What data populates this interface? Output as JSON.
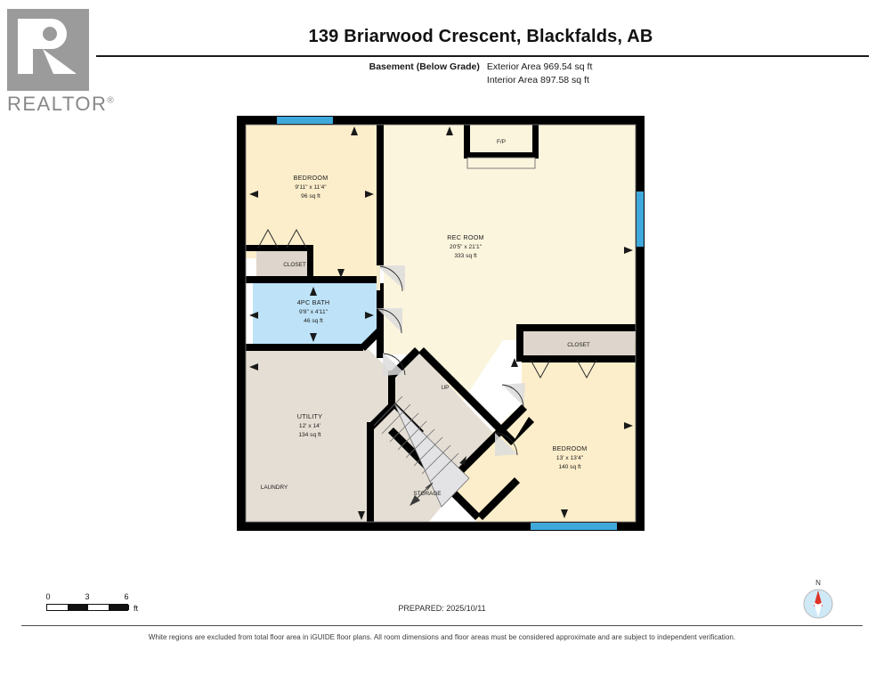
{
  "branding": {
    "logo_name": "realtor-logo",
    "wordmark": "REALTOR",
    "registered_mark": "®"
  },
  "header": {
    "title": "139 Briarwood Crescent, Blackfalds, AB",
    "level_label": "Basement (Below Grade)",
    "exterior_area": "Exterior Area 969.54 sq ft",
    "interior_area": "Interior Area 897.58 sq ft"
  },
  "rooms": [
    {
      "id": "bedroom-front",
      "name": "BEDROOM",
      "dimensions": "9'11\" x 11'4\"",
      "area": "96 sq ft",
      "fill": "#FDEECB"
    },
    {
      "id": "rec-room",
      "name": "REC ROOM",
      "dimensions": "20'5\" x 21'1\"",
      "area": "333 sq ft",
      "fill": "#FCF5DE"
    },
    {
      "id": "bath",
      "name": "4PC BATH",
      "dimensions": "9'8\" x 4'11\"",
      "area": "46 sq ft",
      "fill": "#BEE3F8"
    },
    {
      "id": "utility",
      "name": "UTILITY",
      "dimensions": "12' x 14'",
      "area": "134 sq ft",
      "fill": "#E5DED4"
    },
    {
      "id": "bedroom-rear",
      "name": "BEDROOM",
      "dimensions": "13' x 13'4\"",
      "area": "140 sq ft",
      "fill": "#FDEECB"
    }
  ],
  "unlabeled_spaces": [
    {
      "id": "closet-bedroom-front",
      "name": "CLOSET"
    },
    {
      "id": "closet-bedroom-rear",
      "name": "CLOSET"
    },
    {
      "id": "laundry",
      "name": "LAUNDRY"
    },
    {
      "id": "storage",
      "name": "STORAGE"
    },
    {
      "id": "fireplace",
      "name": "F/P"
    }
  ],
  "stairs": {
    "direction_label": "UP"
  },
  "scale": {
    "ticks": [
      "0",
      "3",
      "6"
    ],
    "unit": "ft"
  },
  "footer": {
    "prepared": "PREPARED: 2025/10/11",
    "disclaimer": "White regions are excluded from total floor area in iGUIDE floor plans. All room dimensions and floor areas must be considered approximate and are subject to independent verification."
  },
  "compass": {
    "north_label": "N"
  },
  "colors": {
    "wall": "#000000",
    "window": "#3FA9DC",
    "living_fill": "#FDEECB",
    "rec_fill": "#FCF5DE",
    "bath_fill": "#BEE3F8",
    "service_fill": "#E5DED4",
    "closet_fill": "#DED6CC",
    "stair_fill": "#E3E3E6"
  }
}
